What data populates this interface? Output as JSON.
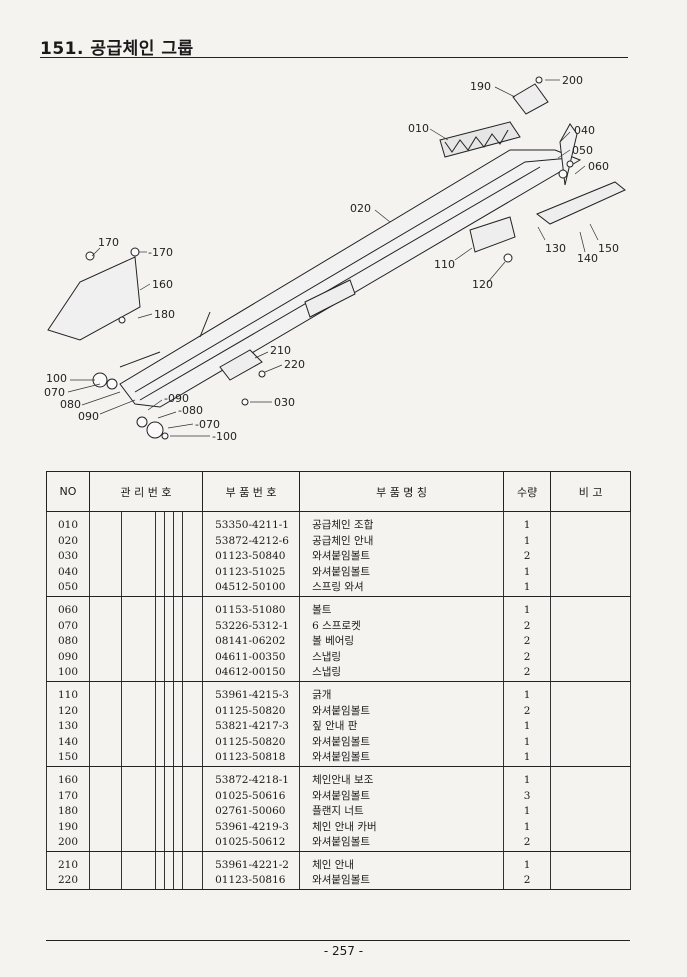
{
  "page": {
    "title": "151. 공급체인 그룹",
    "page_number": "- 257 -"
  },
  "diagram": {
    "callouts": [
      "190",
      "200",
      "010",
      "040",
      "050",
      "060",
      "020",
      "130",
      "140",
      "150",
      "110",
      "120",
      "170",
      "-170",
      "160",
      "180",
      "210",
      "220",
      "100",
      "070",
      "080",
      "090",
      "-090",
      "-080",
      "-070",
      "-100",
      "030"
    ]
  },
  "table": {
    "headers": {
      "no": "NO",
      "mgmt": "관 리 번 호",
      "part_no": "부 품 번 호",
      "name": "부   품   명   칭",
      "qty": "수량",
      "remark": "비 고"
    },
    "groups": [
      [
        {
          "no": "010",
          "part": "53350-4211-1",
          "name": "공급체인 조합",
          "qty": "1"
        },
        {
          "no": "020",
          "part": "53872-4212-6",
          "name": "공급체인 안내",
          "qty": "1"
        },
        {
          "no": "030",
          "part": "01123-50840",
          "name": "와셔붙임볼트",
          "qty": "2"
        },
        {
          "no": "040",
          "part": "01123-51025",
          "name": "와셔붙임볼트",
          "qty": "1"
        },
        {
          "no": "050",
          "part": "04512-50100",
          "name": "스프링 와셔",
          "qty": "1"
        }
      ],
      [
        {
          "no": "060",
          "part": "01153-51080",
          "name": "볼트",
          "qty": "1"
        },
        {
          "no": "070",
          "part": "53226-5312-1",
          "name": "6 스프로켓",
          "qty": "2"
        },
        {
          "no": "080",
          "part": "08141-06202",
          "name": "볼 베어링",
          "qty": "2"
        },
        {
          "no": "090",
          "part": "04611-00350",
          "name": "스냅링",
          "qty": "2"
        },
        {
          "no": "100",
          "part": "04612-00150",
          "name": "스냅링",
          "qty": "2"
        }
      ],
      [
        {
          "no": "110",
          "part": "53961-4215-3",
          "name": "긁개",
          "qty": "1"
        },
        {
          "no": "120",
          "part": "01125-50820",
          "name": "와셔붙임볼트",
          "qty": "2"
        },
        {
          "no": "130",
          "part": "53821-4217-3",
          "name": "짚 안내 판",
          "qty": "1"
        },
        {
          "no": "140",
          "part": "01125-50820",
          "name": "와셔붙임볼트",
          "qty": "1"
        },
        {
          "no": "150",
          "part": "01123-50818",
          "name": "와셔붙임볼트",
          "qty": "1"
        }
      ],
      [
        {
          "no": "160",
          "part": "53872-4218-1",
          "name": "체인안내 보조",
          "qty": "1"
        },
        {
          "no": "170",
          "part": "01025-50616",
          "name": "와셔붙임볼트",
          "qty": "3"
        },
        {
          "no": "180",
          "part": "02761-50060",
          "name": "플랜지 너트",
          "qty": "1"
        },
        {
          "no": "190",
          "part": "53961-4219-3",
          "name": "체인 안내 카버",
          "qty": "1"
        },
        {
          "no": "200",
          "part": "01025-50612",
          "name": "와셔붙임볼트",
          "qty": "2"
        }
      ],
      [
        {
          "no": "210",
          "part": "53961-4221-2",
          "name": "체인 안내",
          "qty": "1"
        },
        {
          "no": "220",
          "part": "01123-50816",
          "name": "와셔붙임볼트",
          "qty": "2"
        }
      ]
    ]
  }
}
